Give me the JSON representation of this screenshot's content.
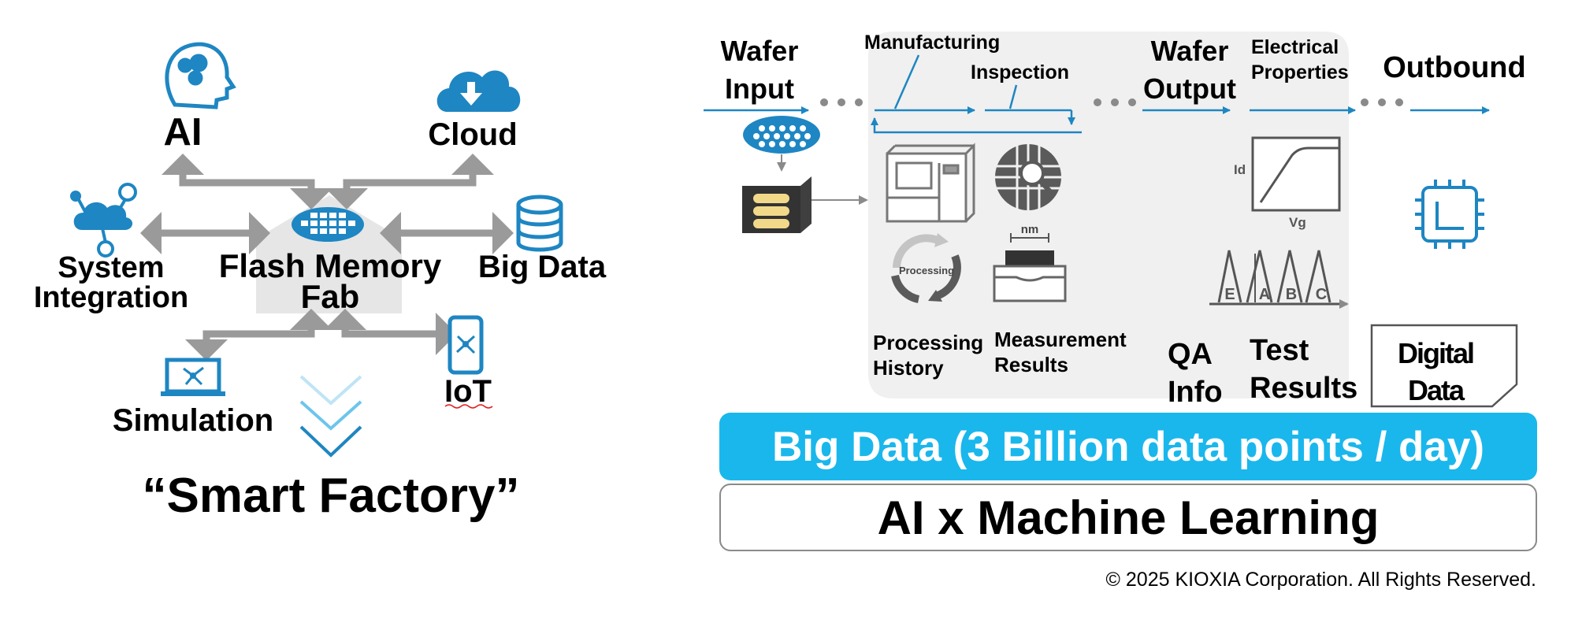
{
  "left_panel": {
    "hub_line1": "Flash Memory",
    "hub_line2": "Fab",
    "ai": "AI",
    "cloud": "Cloud",
    "system_line1": "System",
    "system_line2": "Integration",
    "big_data": "Big Data",
    "simulation": "Simulation",
    "iot": "IoT",
    "smart_factory": "“Smart Factory”"
  },
  "right_panel": {
    "wafer_input_line1": "Wafer",
    "wafer_input_line2": "Input",
    "manufacturing": "Manufacturing",
    "inspection": "Inspection",
    "wafer_output_line1": "Wafer",
    "wafer_output_line2": "Output",
    "electrical_line1": "Electrical",
    "electrical_line2": "Properties",
    "outbound": "Outbound",
    "processing_badge": "Processing",
    "nm_label": "nm",
    "id_label": "Id",
    "vg_label": "Vg",
    "peak_labels": [
      "E",
      "A",
      "B",
      "C"
    ],
    "processing_history_line1": "Processing",
    "processing_history_line2": "History",
    "measurement_line1": "Measurement",
    "measurement_line2": "Results",
    "qa_line1": "QA",
    "qa_line2": "Info",
    "test_line1": "Test",
    "test_line2": "Results",
    "digital_line1": "Digital",
    "digital_line2": "Data"
  },
  "banner": {
    "big_data": "Big Data (3 Billion data points / day)",
    "ai_ml": "AI x Machine Learning"
  },
  "footer": {
    "copyright": "© 2025 KIOXIA Corporation. All Rights Reserved."
  },
  "colors": {
    "brand_blue": "#1e86c2",
    "smart_factory_blue": "#0f82bd",
    "banner_cyan": "#1ab7ec",
    "arrow_grey": "#9a9a9a",
    "panel_grey": "#f0f0f0"
  },
  "icons": [
    "ai-head-icon",
    "cloud-download-icon",
    "network-cloud-icon",
    "database-icon",
    "laptop-icon",
    "smartphone-icon",
    "wafer-icon",
    "chip-icon",
    "chevron-down-icon"
  ]
}
